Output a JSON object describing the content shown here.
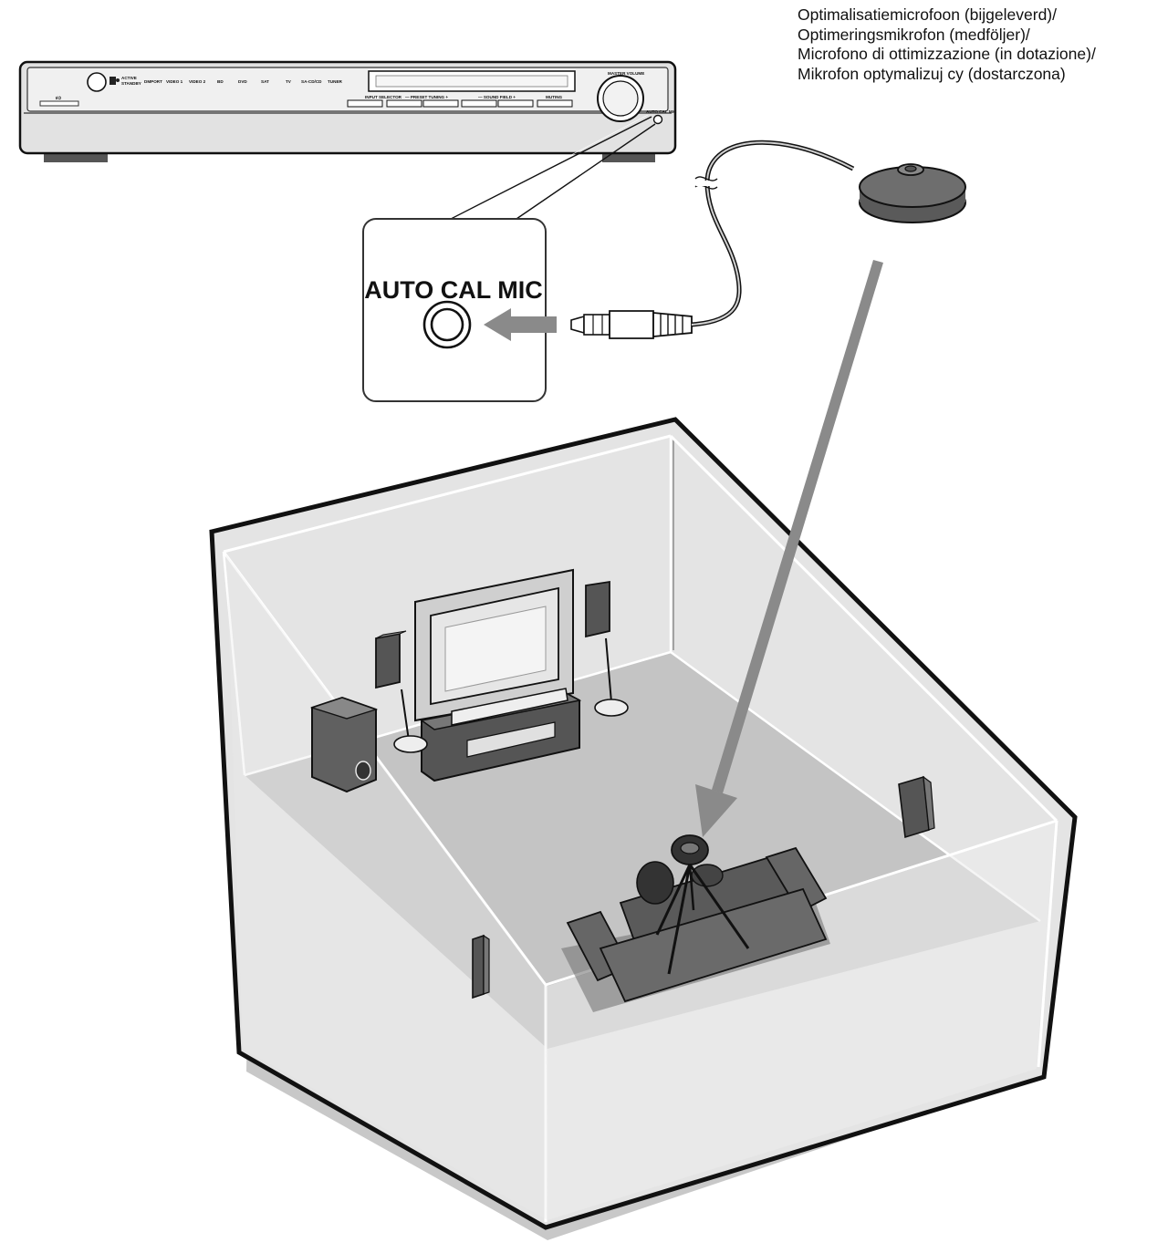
{
  "microphone_caption": {
    "lines": [
      "Optimalisatiemicrofoon (bijgeleverd)/",
      "Optimeringsmikrofon (medföljer)/",
      "Microfono di ottimizzazione (in dotazione)/",
      "Mikrofon optymalizuj cy (dostarczona)"
    ]
  },
  "jack_callout": {
    "label": "AUTO CAL MIC"
  },
  "receiver": {
    "active_standby": [
      "ACTIVE",
      "STANDBY"
    ],
    "inputs": [
      "DMPORT",
      "VIDEO 1",
      "VIDEO 2",
      "BD",
      "DVD",
      "SAT",
      "TV",
      "SA-CD/CD",
      "TUNER"
    ],
    "input_selector": "INPUT SELECTOR",
    "preset_tuning": "—  PRESET TUNING  +",
    "sound_field": "—  SOUND FIELD  +",
    "muting": "MUTING",
    "master_volume": "MASTER VOLUME",
    "auto_cal_mic": "AUTO CAL MIC",
    "power_symbol": "I/⏻"
  },
  "colors": {
    "line": "#111111",
    "panel_gray": "#d9d9d9",
    "arrow_gray": "#8a8a8a",
    "room_wall": "#e6e6e6",
    "room_floor": "#c6c6c6",
    "dark_object": "#5a5a5a"
  }
}
